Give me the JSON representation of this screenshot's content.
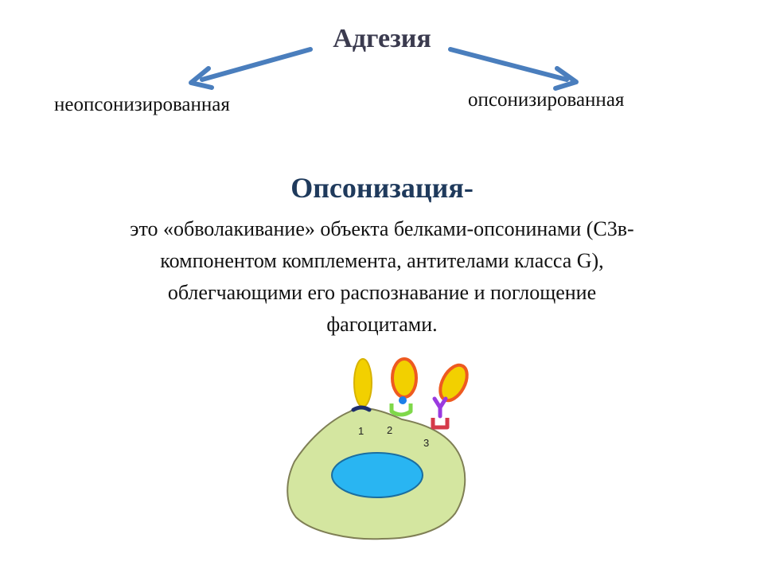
{
  "header": {
    "title": "Адгезия",
    "left_branch": "неопсонизированная",
    "right_branch": "опсонизированная"
  },
  "definition": {
    "heading": "Опсонизация-",
    "lines": [
      "это «обволакивание» объекта белками-опсонинами (С3в-",
      "компонентом комплемента, антителами класса G),",
      "облегчающими его распознавание и поглощение",
      "фагоцитами."
    ]
  },
  "figure": {
    "labels": [
      "1",
      "2",
      "3"
    ],
    "colors": {
      "arrow": "#4a7ebd",
      "cytoplasm": "#d4e6a0",
      "cytoplasm_outline": "#7f7f55",
      "nucleus": "#29b5f2",
      "bacterium_yellow": "#f2d000",
      "bacterium_orange_outline": "#ee5a20",
      "receptor_navy": "#1d2d6b",
      "receptor_green": "#7fd84a",
      "opsonin_blue": "#1c7fe8",
      "antibody_purple": "#9a3ae0",
      "receptor_red": "#d53a4a"
    }
  }
}
